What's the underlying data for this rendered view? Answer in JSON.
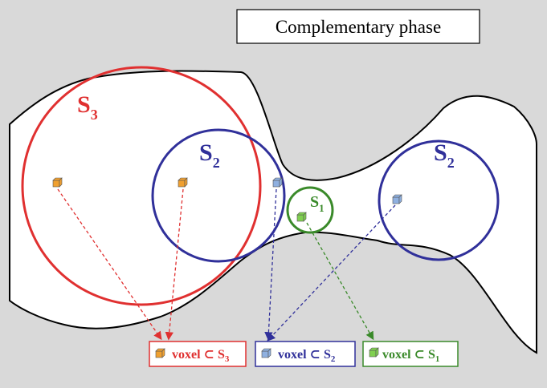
{
  "title": "Complementary phase",
  "sphere_labels": {
    "s3": {
      "main": "S",
      "sub": "3"
    },
    "s2_left": {
      "main": "S",
      "sub": "2"
    },
    "s1": {
      "main": "S",
      "sub": "1"
    },
    "s2_right": {
      "main": "S",
      "sub": "2"
    }
  },
  "legend": [
    {
      "text": "voxel ⊂ S",
      "sub": "3",
      "color": "#e03030"
    },
    {
      "text": "voxel ⊂ S",
      "sub": "2",
      "color": "#30309a"
    },
    {
      "text": "voxel ⊂ S",
      "sub": "1",
      "color": "#3a8a2a"
    }
  ],
  "colors": {
    "background": "#d9d9d9",
    "pore": "#ffffff",
    "outline": "#000000",
    "s3": "#e03030",
    "s2": "#30309a",
    "s1": "#3a8a2a",
    "voxel_orange": "#f0a030",
    "voxel_blue": "#8fb0e0",
    "voxel_green": "#80d050"
  }
}
